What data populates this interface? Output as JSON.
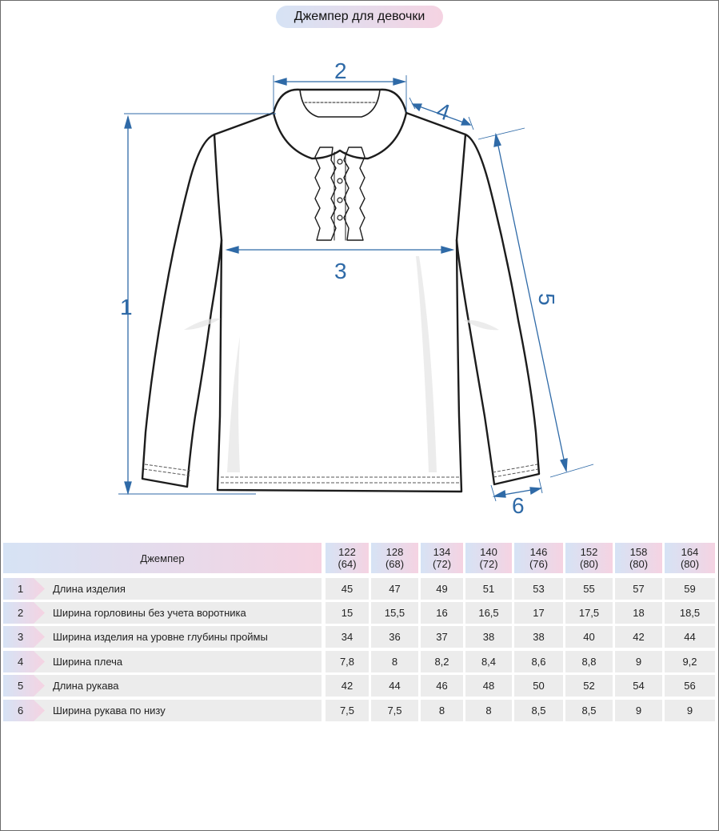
{
  "title": "Джемпер для девочки",
  "dimension_labels": [
    "1",
    "2",
    "3",
    "4",
    "5",
    "6"
  ],
  "table": {
    "corner_label": "Джемпер",
    "sizes": [
      {
        "height": "122",
        "chest": "(64)"
      },
      {
        "height": "128",
        "chest": "(68)"
      },
      {
        "height": "134",
        "chest": "(72)"
      },
      {
        "height": "140",
        "chest": "(72)"
      },
      {
        "height": "146",
        "chest": "(76)"
      },
      {
        "height": "152",
        "chest": "(80)"
      },
      {
        "height": "158",
        "chest": "(80)"
      },
      {
        "height": "164",
        "chest": "(80)"
      }
    ],
    "rows": [
      {
        "num": "1",
        "name": "Длина изделия",
        "values": [
          "45",
          "47",
          "49",
          "51",
          "53",
          "55",
          "57",
          "59"
        ]
      },
      {
        "num": "2",
        "name": "Ширина горловины без учета воротника",
        "values": [
          "15",
          "15,5",
          "16",
          "16,5",
          "17",
          "17,5",
          "18",
          "18,5"
        ]
      },
      {
        "num": "3",
        "name": "Ширина изделия на уровне глубины проймы",
        "values": [
          "34",
          "36",
          "37",
          "38",
          "38",
          "40",
          "42",
          "44"
        ]
      },
      {
        "num": "4",
        "name": "Ширина плеча",
        "values": [
          "7,8",
          "8",
          "8,2",
          "8,4",
          "8,6",
          "8,8",
          "9",
          "9,2"
        ]
      },
      {
        "num": "5",
        "name": "Длина рукава",
        "values": [
          "42",
          "44",
          "46",
          "48",
          "50",
          "52",
          "54",
          "56"
        ]
      },
      {
        "num": "6",
        "name": "Ширина рукава по низу",
        "values": [
          "7,5",
          "7,5",
          "8",
          "8",
          "8,5",
          "8,5",
          "9",
          "9"
        ]
      }
    ]
  },
  "colors": {
    "dimension_line": "#2f6aa7",
    "gradient_start": "#d6e3f5",
    "gradient_end": "#f5d3e2",
    "row_bg": "#ececec"
  }
}
